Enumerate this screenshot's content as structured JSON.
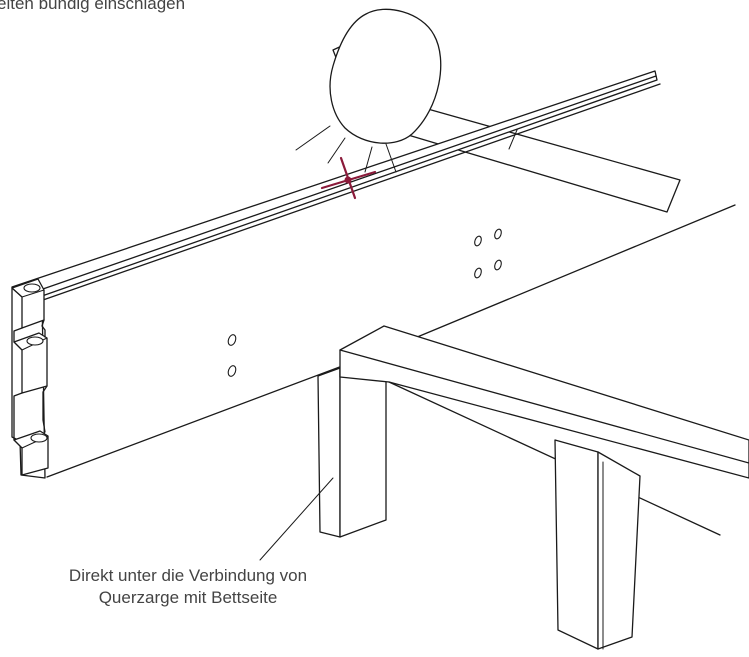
{
  "captions": {
    "top": "eiten bündig einschlagen",
    "bottom_line1": "Direkt unter die Verbindung von",
    "bottom_line2": "Querzarge mit Bettseite"
  },
  "colors": {
    "line": "#1a1a1a",
    "impact_marker": "#8b1a3a",
    "caption_text": "#444444",
    "background": "#ffffff"
  }
}
